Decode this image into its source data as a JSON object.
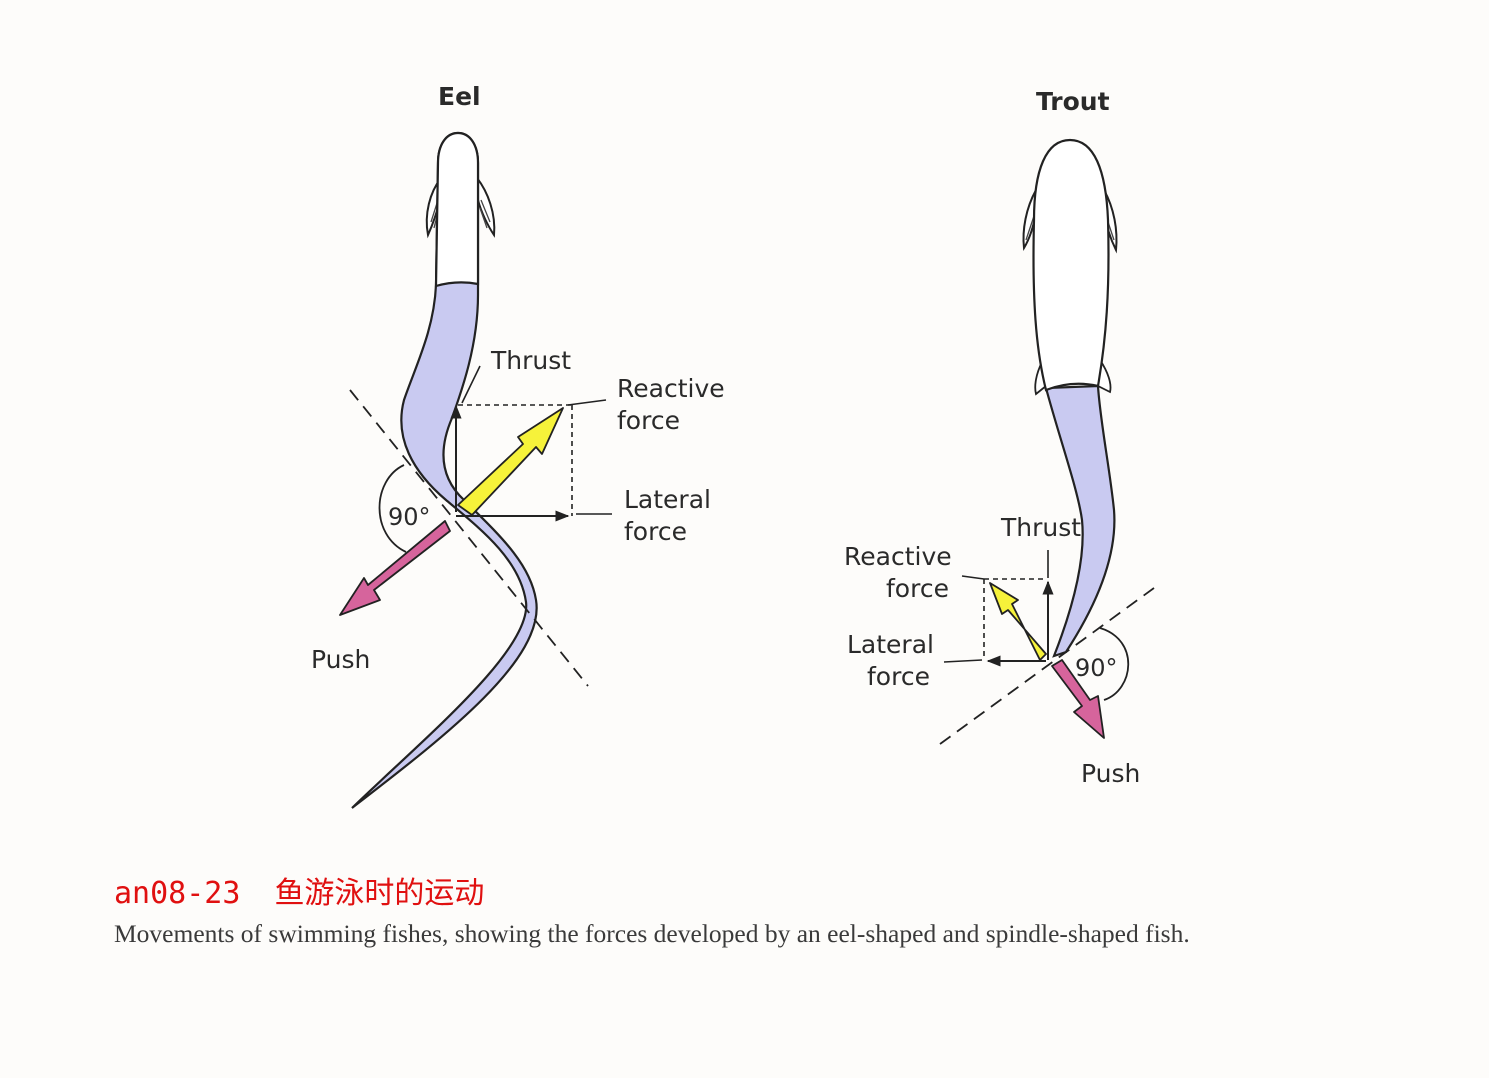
{
  "colors": {
    "body_fill": "#c9caf1",
    "reactive_arrow": "#f6f23a",
    "push_arrow": "#d6649c",
    "line": "#222222",
    "caption_head": "#e01010"
  },
  "eel": {
    "title": "Eel",
    "thrust": "Thrust",
    "reactive_1": "Reactive",
    "reactive_2": "force",
    "lateral_1": "Lateral",
    "lateral_2": "force",
    "angle": "90°",
    "push": "Push"
  },
  "trout": {
    "title": "Trout",
    "thrust": "Thrust",
    "reactive_1": "Reactive",
    "reactive_2": "force",
    "lateral_1": "Lateral",
    "lateral_2": "force",
    "angle": "90°",
    "push": "Push"
  },
  "caption": {
    "code": "an08-23",
    "title_cn": "鱼游泳时的运动",
    "description": "Movements of swimming fishes, showing the forces developed by an eel-shaped and spindle-shaped fish."
  }
}
